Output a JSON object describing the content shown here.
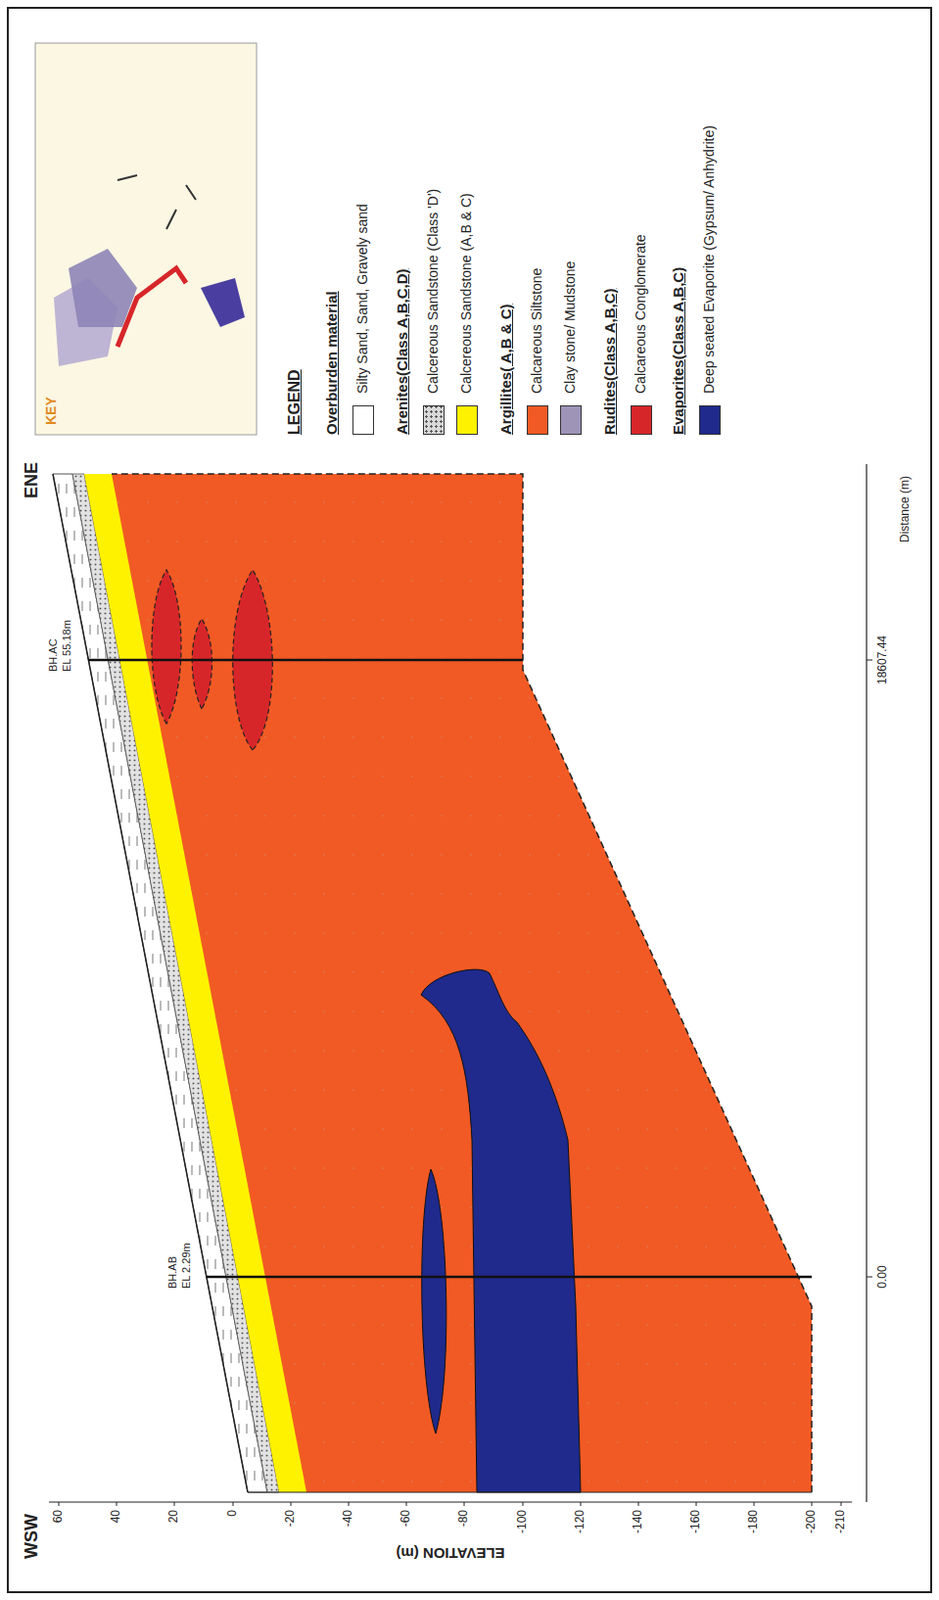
{
  "diagram": {
    "labels": [
      "WSW",
      "ENE",
      "ELEVATION (m)",
      "60",
      "40",
      "20",
      "0",
      "-20",
      "-40",
      "-60",
      "-80",
      "-100",
      "-120",
      "-140",
      "-160",
      "-180",
      "-200",
      "-210",
      "BH.AB",
      "EL 2.29m",
      "BH.AC",
      "EL 55.18m",
      "0.00",
      "18607.44",
      "Distance (m)",
      "KEY",
      "LEGEND",
      "Overburden material",
      "Arenites(Class A,B,C,D)",
      "Argillites( A,B & C)",
      "Rudites(Class A,B,C)",
      "Evaporites(Class A,B,C)"
    ],
    "legend": [
      {
        "text": "Silty Sand, Sand, Gravely sand",
        "color": "#ffffff"
      },
      {
        "text": "Calcereous Sandstone (Class 'D')",
        "color": "#d9d9d9"
      },
      {
        "text": "Calcereous Sandstone (A,B & C)",
        "color": "#fff200"
      },
      {
        "text": "Calcareous Siltstone",
        "color": "#f15a24"
      },
      {
        "text": "Clay stone/ Mudstone",
        "color": "#9e94b8"
      },
      {
        "text": "Calcareous Conglomerate",
        "color": "#d7262a"
      },
      {
        "text": "Deep seated Evaporite (Gypsum/ Anhydrite)",
        "color": "#1f2a8c"
      }
    ]
  }
}
